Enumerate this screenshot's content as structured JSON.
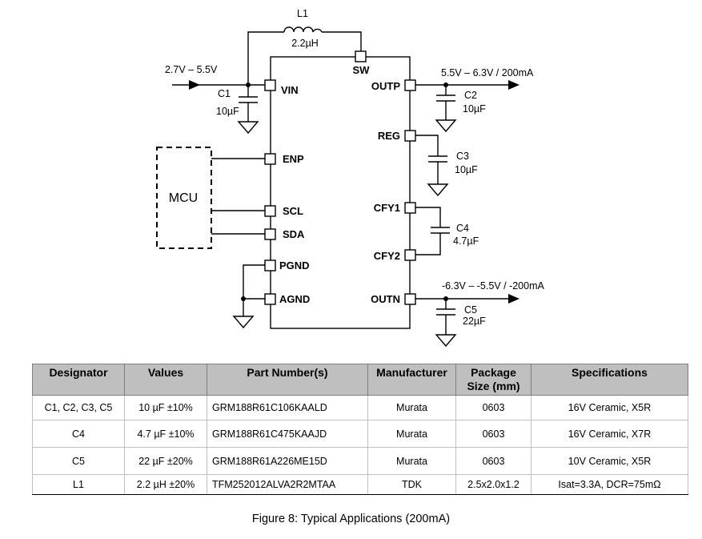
{
  "schematic": {
    "inductor": {
      "designator": "L1",
      "value": "2.2µH"
    },
    "input_voltage": "2.7V – 5.5V",
    "outp_label": "5.5V – 6.3V / 200mA",
    "outn_label": "-6.3V – -5.5V / -200mA",
    "mcu": "MCU",
    "pins": {
      "sw": "SW",
      "vin": "VIN",
      "enp": "ENP",
      "scl": "SCL",
      "sda": "SDA",
      "pgnd": "PGND",
      "agnd": "AGND",
      "outp": "OUTP",
      "reg": "REG",
      "cfy1": "CFY1",
      "cfy2": "CFY2",
      "outn": "OUTN"
    },
    "capacitors": {
      "c1": {
        "designator": "C1",
        "value": "10µF"
      },
      "c2": {
        "designator": "C2",
        "value": "10µF"
      },
      "c3": {
        "designator": "C3",
        "value": "10µF"
      },
      "c4": {
        "designator": "C4",
        "value": "4.7µF"
      },
      "c5": {
        "designator": "C5",
        "value": "22µF"
      }
    }
  },
  "bom": {
    "headers": {
      "designator": "Designator",
      "values": "Values",
      "part_numbers": "Part Number(s)",
      "manufacturer": "Manufacturer",
      "package_line1": "Package",
      "package_line2": "Size (mm)",
      "specifications": "Specifications"
    },
    "rows": [
      {
        "designator": "C1, C2, C3, C5",
        "value": "10 µF ±10%",
        "part": "GRM188R61C106KAALD",
        "manufacturer": "Murata",
        "package": "0603",
        "spec": "16V Ceramic, X5R"
      },
      {
        "designator": "C4",
        "value": "4.7 µF ±10%",
        "part": "GRM188R61C475KAAJD",
        "manufacturer": "Murata",
        "package": "0603",
        "spec": "16V Ceramic, X7R"
      },
      {
        "designator": "C5",
        "value": "22 µF ±20%",
        "part": "GRM188R61A226ME15D",
        "manufacturer": "Murata",
        "package": "0603",
        "spec": "10V Ceramic, X5R"
      },
      {
        "designator": "L1",
        "value": "2.2 µH ±20%",
        "part": "TFM252012ALVA2R2MTAA",
        "manufacturer": "TDK",
        "package": "2.5x2.0x1.2",
        "spec": "Isat=3.3A, DCR=75mΩ"
      }
    ]
  },
  "caption": "Figure 8: Typical Applications (200mA)"
}
